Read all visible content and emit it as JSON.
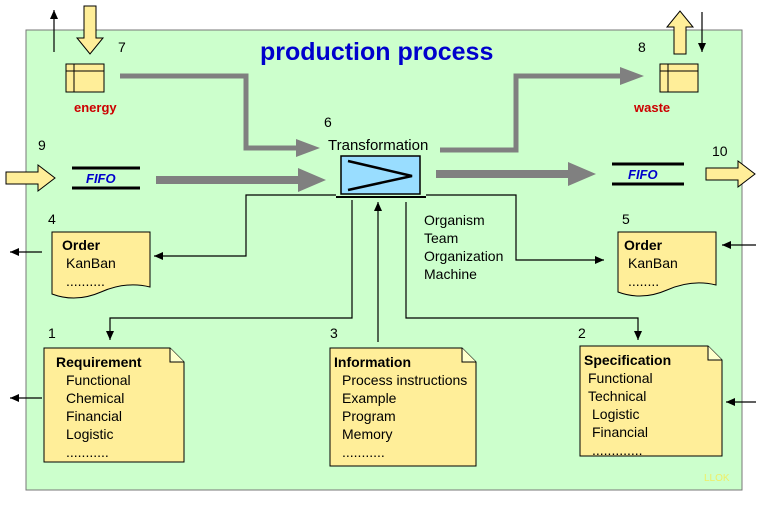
{
  "title": "production process",
  "transformation": {
    "number": "6",
    "label": "Transformation"
  },
  "energy": {
    "number": "7",
    "label": "energy"
  },
  "waste": {
    "number": "8",
    "label": "waste"
  },
  "fifo_in": {
    "number": "9",
    "label": "FIFO"
  },
  "fifo_out": {
    "number": "10",
    "label": "FIFO"
  },
  "actors": [
    "Organism",
    "Team",
    "Organization",
    "Machine"
  ],
  "order_in": {
    "number": "4",
    "title": "Order",
    "items": [
      "KanBan",
      ".........."
    ]
  },
  "order_out": {
    "number": "5",
    "title": "Order",
    "items": [
      "KanBan",
      "........"
    ]
  },
  "requirement": {
    "number": "1",
    "title": "Requirement",
    "items": [
      "Functional",
      "Chemical",
      "Financial",
      "Logistic",
      "..........."
    ]
  },
  "information": {
    "number": "3",
    "title": "Information",
    "items": [
      "Process instructions",
      "Example",
      "Program",
      "Memory",
      "..........."
    ]
  },
  "specification": {
    "number": "2",
    "title": "Specification",
    "items": [
      "Functional",
      "Technical",
      "Logistic",
      "Financial",
      "............."
    ]
  },
  "watermark": "LLOK",
  "colors": {
    "panel": "#ccffcc",
    "note": "#ffee99",
    "box": "#ffee99",
    "arrow_gray": "#808080",
    "title": "#0000cc",
    "red_label": "#cc0000",
    "transform_box": "#99ddff"
  }
}
